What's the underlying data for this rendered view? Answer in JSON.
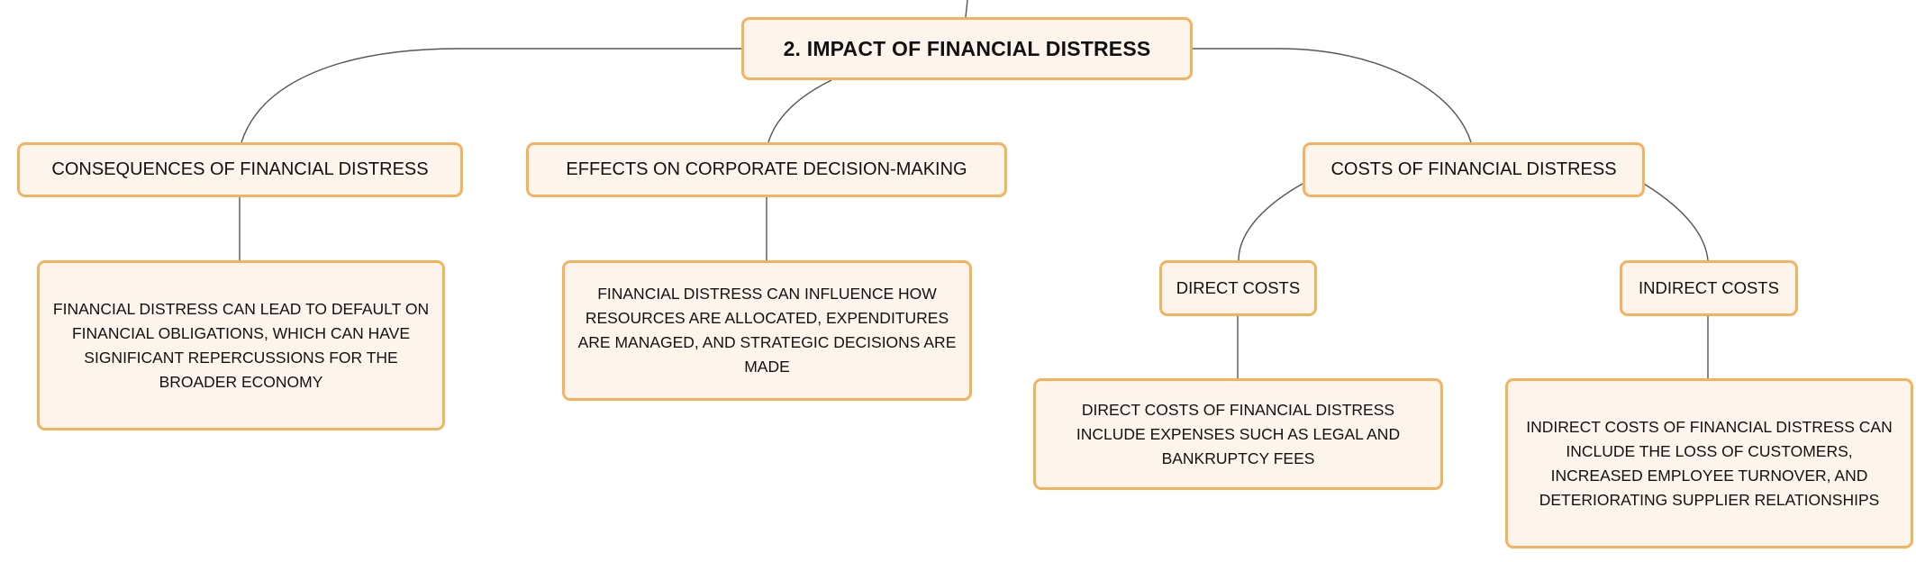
{
  "map": {
    "root": {
      "title": "2. IMPACT OF FINANCIAL DISTRESS"
    },
    "branches": [
      {
        "title": "CONSEQUENCES OF FINANCIAL DISTRESS",
        "detail": "FINANCIAL DISTRESS CAN LEAD TO DEFAULT ON FINANCIAL OBLIGATIONS, WHICH CAN HAVE SIGNIFICANT REPERCUSSIONS FOR THE BROADER ECONOMY"
      },
      {
        "title": "EFFECTS ON CORPORATE DECISION-MAKING",
        "detail": "FINANCIAL DISTRESS CAN INFLUENCE HOW RESOURCES ARE ALLOCATED, EXPENDITURES ARE MANAGED, AND STRATEGIC DECISIONS ARE MADE"
      },
      {
        "title": "COSTS OF FINANCIAL DISTRESS",
        "children": [
          {
            "title": "DIRECT COSTS",
            "detail": "DIRECT COSTS OF FINANCIAL DISTRESS INCLUDE EXPENSES SUCH AS LEGAL AND BANKRUPTCY FEES"
          },
          {
            "title": "INDIRECT COSTS",
            "detail": "INDIRECT COSTS OF FINANCIAL DISTRESS CAN INCLUDE THE LOSS OF CUSTOMERS, INCREASED EMPLOYEE TURNOVER, AND DETERIORATING SUPPLIER RELATIONSHIPS"
          }
        ]
      }
    ]
  },
  "colors": {
    "node_border": "#f5b25e",
    "node_fill": "#fdf5ec",
    "connector": "#555555",
    "text": "#111111"
  }
}
